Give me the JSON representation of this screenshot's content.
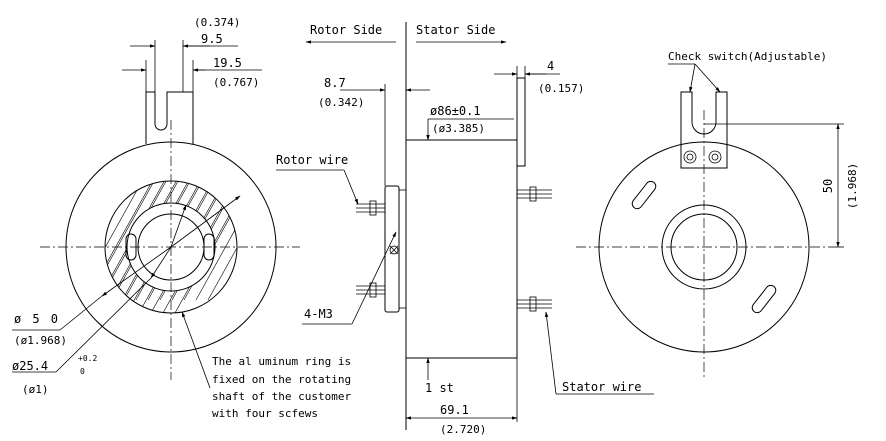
{
  "left_view": {
    "dim_width_mm": "9.5",
    "dim_width_in": "(0.374)",
    "dim_offset_mm": "19.5",
    "dim_offset_in": "(0.767)",
    "dia_outer_mm": "ø50",
    "dia_outer_in": "(ø1.968)",
    "dia_bore_mm": "ø25.4",
    "dia_bore_tol_upper": "+0.2",
    "dia_bore_tol_lower": "0",
    "dia_bore_in": "(ø1)",
    "ring_note": [
      "The al uminum ring is",
      "fixed on the rotating",
      "shaft of the customer",
      "with four scfews"
    ]
  },
  "side_view": {
    "rotor_side": "Rotor Side",
    "stator_side": "Stator Side",
    "dim_flange_mm": "8.7",
    "dim_flange_in": "(0.342)",
    "dim_tab_mm": "4",
    "dim_tab_in": "(0.157)",
    "dia_body": "ø86±0.1",
    "dia_body_in": "(ø3.385)",
    "rotor_wire": "Rotor wire",
    "screws": "4-M3",
    "first_circuit": "1 st",
    "stator_wire": "Stator wire",
    "dim_length_mm": "69.1",
    "dim_length_in": "(2.720)"
  },
  "right_view": {
    "check_switch": "Check switch(Adjustable)",
    "dim_height_mm": "50",
    "dim_height_in": "(1.968)"
  }
}
